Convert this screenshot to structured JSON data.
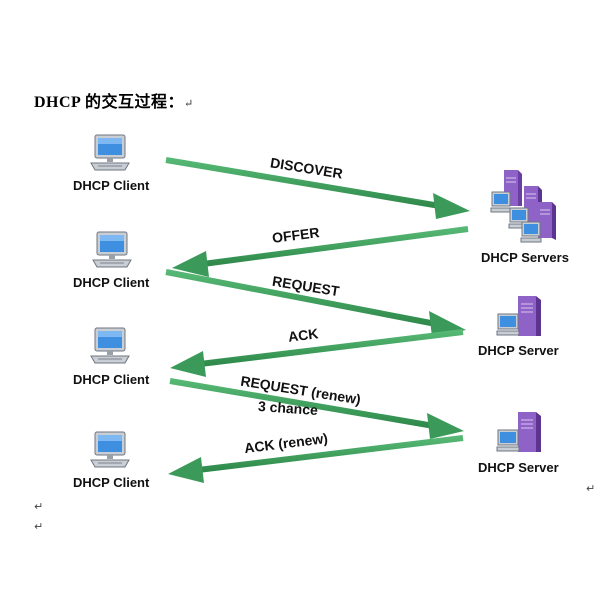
{
  "title": "DHCP 的交互过程：",
  "return_mark": "↵",
  "clients": [
    "DHCP Client",
    "DHCP Client",
    "DHCP Client",
    "DHCP Client"
  ],
  "servers": [
    "DHCP Servers",
    "DHCP Server",
    "DHCP Server"
  ],
  "messages": [
    "DISCOVER",
    "OFFER",
    "REQUEST",
    "ACK",
    "REQUEST (renew)",
    "3 chance",
    "ACK (renew)"
  ],
  "colors": {
    "arrow": "#3b9a5a",
    "arrow_edge": "#2e7d46",
    "monitor": "#3f8fe0",
    "server": "#7a4fb0"
  },
  "icons": [
    "computer-icon",
    "server-icon",
    "server-group-icon",
    "arrow-icon"
  ]
}
